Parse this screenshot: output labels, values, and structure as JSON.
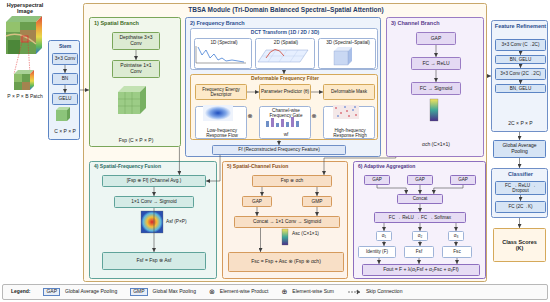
{
  "diagram": {
    "title": "TBSA Module (Tri-Domain Balanced Spectral–Spatial Attention)",
    "nodes": [
      {
        "text": [
          "Stem",
          "C × P × P"
        ]
      },
      {
        "text": [
          "3×3 Conv"
        ],
        "in": 0
      },
      {
        "text": [
          "BN"
        ],
        "in": 0
      },
      {
        "text": [
          "GELU"
        ],
        "in": 0
      },
      {
        "text": [
          "TBSA Module (Tri-Domain Balanced Spectral–Spatial Attention)"
        ]
      },
      {
        "text": [
          "1) Spatial Branch",
          "Fsp (C × P × P)"
        ],
        "in": 4
      },
      {
        "text": [
          "Depthwise 3×3 Conv"
        ],
        "in": 5
      },
      {
        "text": [
          "Pointwise 1×1 Conv"
        ],
        "in": 5
      },
      {
        "text": [
          "2) Frequency Branch"
        ],
        "in": 4
      },
      {
        "text": [
          "DCT Transform (1D / 2D / 3D)"
        ],
        "in": 8
      },
      {
        "text": [
          "1D (Spectral)"
        ],
        "in": 9
      },
      {
        "text": [
          "2D (Spatial)"
        ],
        "in": 9
      },
      {
        "text": [
          "3D (Spectral–Spatial)"
        ],
        "in": 9
      },
      {
        "text": [
          "Deformable Frequency Filter"
        ],
        "in": 8
      },
      {
        "text": [
          "Frequency Energy Descriptor"
        ],
        "in": 13
      },
      {
        "text": [
          "Parameter Predictor (θ)"
        ],
        "in": 13
      },
      {
        "text": [
          "Deformable Mask"
        ],
        "in": 13
      },
      {
        "text": [
          "Low-frequency Response Flow"
        ],
        "in": 13
      },
      {
        "text": [
          "Channel-wise Frequency Gate",
          "wf"
        ],
        "in": 13
      },
      {
        "text": [
          "High-frequency Response Fhigh"
        ],
        "in": 13
      },
      {
        "text": [
          "Ff (Reconstructed Frequency Feature)"
        ],
        "in": 8
      },
      {
        "text": [
          "3) Channel Branch",
          "αch (C×1×1)"
        ],
        "in": 4
      },
      {
        "text": [
          "GAP"
        ],
        "in": 21
      },
      {
        "text": [
          "FC → ReLU"
        ],
        "in": 21
      },
      {
        "text": [
          "FC → Sigmoid"
        ],
        "in": 21
      },
      {
        "text": [
          "4) Spatial-Frequency Fusion"
        ],
        "in": 4
      },
      {
        "text": [
          "[Fsp ⊕ Ff] (Channel Avg.)"
        ],
        "in": 25
      },
      {
        "text": [
          "1×1 Conv → Sigmoid"
        ],
        "in": 25
      },
      {
        "text": [
          "Fsf = Fsp ⊗ Asf"
        ],
        "in": 25
      },
      {
        "text": [
          "5) Spatial-Channel Fusion"
        ],
        "in": 4
      },
      {
        "text": [
          "Fsp ⊗ αch"
        ],
        "in": 29
      },
      {
        "text": [
          "GAP"
        ],
        "in": 29
      },
      {
        "text": [
          "GMP"
        ],
        "in": 29
      },
      {
        "text": [
          "Concat → 1×1 Conv → Sigmoid"
        ],
        "in": 29
      },
      {
        "text": [
          "Fsc = Fsp + Asc ⊗ (Fsp ⊗ αch)"
        ],
        "in": 29
      },
      {
        "text": [
          "6) Adaptive Aggregation"
        ],
        "in": 4
      },
      {
        "text": [
          "GAP"
        ],
        "in": 35
      },
      {
        "text": [
          "GAP"
        ],
        "in": 35
      },
      {
        "text": [
          "GAP"
        ],
        "in": 35
      },
      {
        "text": [
          "Concat"
        ],
        "in": 35
      },
      {
        "text": [
          "FC → ReLU → FC → Softmax"
        ],
        "in": 35
      },
      {
        "text": [
          "α₁"
        ],
        "in": 35
      },
      {
        "text": [
          "α₂"
        ],
        "in": 35
      },
      {
        "text": [
          "α₃"
        ],
        "in": 35
      },
      {
        "text": [
          "Identity (F)"
        ],
        "in": 35
      },
      {
        "text": [
          "Fsf"
        ],
        "in": 35
      },
      {
        "text": [
          "Fsc"
        ],
        "in": 35
      },
      {
        "text": [
          "Fout = F + λ(α₁Fsf + α₂Fsc + α₃Ff)"
        ],
        "in": 35
      },
      {
        "text": [
          "Feature Refinement",
          "2C × P × P"
        ]
      },
      {
        "text": [
          "3×3 Conv (C→2C)"
        ],
        "in": 48
      },
      {
        "text": [
          "BN, GELU"
        ],
        "in": 48
      },
      {
        "text": [
          "3×3 Conv (2C→2C)"
        ],
        "in": 48
      },
      {
        "text": [
          "BN, GELU"
        ],
        "in": 48
      },
      {
        "text": [
          "Global Average Pooling"
        ]
      },
      {
        "text": [
          "Classifier"
        ]
      },
      {
        "text": [
          "FC → ReLU → Dropout"
        ],
        "in": 54
      },
      {
        "text": [
          "FC (2C→K)"
        ],
        "in": 54
      },
      {
        "text": [
          "Class Scores",
          "(K)"
        ]
      }
    ],
    "edges": [
      {
        "from": 1,
        "to": 2,
        "arrow": "to"
      },
      {
        "from": 2,
        "to": 3,
        "arrow": "to"
      },
      {
        "from": 0,
        "to": 5,
        "arrow": "to"
      },
      {
        "from": 6,
        "to": 7,
        "arrow": "to"
      },
      {
        "from": 9,
        "to": 13,
        "arrow": "to"
      },
      {
        "from": 14,
        "to": 15,
        "arrow": "to"
      },
      {
        "from": 15,
        "to": 16,
        "arrow": "to"
      },
      {
        "from": 13,
        "to": 20,
        "arrow": "to"
      },
      {
        "from": 22,
        "to": 23,
        "arrow": "to"
      },
      {
        "from": 23,
        "to": 24,
        "arrow": "to"
      },
      {
        "from": 5,
        "to": 26,
        "arrow": "to"
      },
      {
        "from": 20,
        "to": 26,
        "arrow": "to"
      },
      {
        "from": 26,
        "to": 27,
        "arrow": "to"
      },
      {
        "from": 27,
        "to": 28,
        "arrow": "to"
      },
      {
        "from": 21,
        "to": 30,
        "arrow": "to"
      },
      {
        "from": 30,
        "to": 31,
        "arrow": "to"
      },
      {
        "from": 30,
        "to": 32,
        "arrow": "to"
      },
      {
        "from": 31,
        "to": 33,
        "arrow": "to"
      },
      {
        "from": 32,
        "to": 33,
        "arrow": "to"
      },
      {
        "from": 33,
        "to": 34,
        "arrow": "to"
      },
      {
        "from": 36,
        "to": 39,
        "arrow": "to"
      },
      {
        "from": 37,
        "to": 39,
        "arrow": "to"
      },
      {
        "from": 38,
        "to": 39,
        "arrow": "to"
      },
      {
        "from": 39,
        "to": 40,
        "arrow": "to"
      },
      {
        "from": 40,
        "to": 41,
        "arrow": "to"
      },
      {
        "from": 40,
        "to": 42,
        "arrow": "to"
      },
      {
        "from": 40,
        "to": 43,
        "arrow": "to"
      },
      {
        "from": 44,
        "to": 47,
        "arrow": "to"
      },
      {
        "from": 45,
        "to": 47,
        "arrow": "to"
      },
      {
        "from": 46,
        "to": 47,
        "arrow": "to"
      },
      {
        "from": 4,
        "to": 48,
        "arrow": "to"
      },
      {
        "from": 49,
        "to": 50,
        "arrow": "to"
      },
      {
        "from": 50,
        "to": 51,
        "arrow": "to"
      },
      {
        "from": 51,
        "to": 52,
        "arrow": "to"
      },
      {
        "from": 48,
        "to": 53,
        "arrow": "to"
      },
      {
        "from": 53,
        "to": 54,
        "arrow": "to"
      },
      {
        "from": 55,
        "to": 56,
        "arrow": "to"
      },
      {
        "from": 54,
        "to": 57,
        "arrow": "to"
      },
      {
        "from": 41,
        "to": 44,
        "arrow": "to"
      },
      {
        "from": 42,
        "to": 45,
        "arrow": "to"
      },
      {
        "from": 43,
        "to": 46,
        "arrow": "to"
      }
    ],
    "labels": [
      "Hyperspectral Image",
      "P × P × B Patch",
      "⊗",
      "⊗",
      "Asf (P×P)",
      "Asc (C×1×1)",
      "Legend:",
      "GAP",
      "GMP",
      "⊗",
      "⊕"
    ],
    "legend": [
      {
        "text": "Global Average Pooling"
      },
      {
        "text": "Global Max Pooling"
      },
      {
        "text": "Element-wise Product"
      },
      {
        "text": "Element-wise Sum"
      },
      {
        "text": "Skip Connection"
      }
    ]
  }
}
